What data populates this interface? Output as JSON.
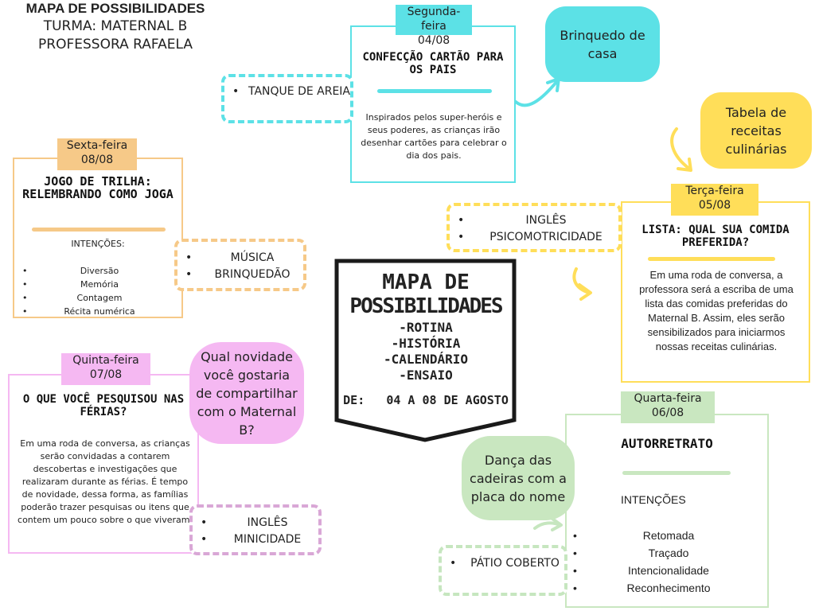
{
  "header": {
    "title": "MAPA DE POSSIBILIDADES",
    "turma": "TURMA: MATERNAL B",
    "professora": "PROFESSORA RAFAELA"
  },
  "center": {
    "title_l1": "MAPA DE",
    "title_l2": "POSSIBILIDADES",
    "items": [
      "-ROTINA",
      "-HISTÓRIA",
      "-CALENDÁRIO",
      "-ENSAIO"
    ],
    "de_label": "DE:",
    "dates": "04 A 08 DE AGOSTO"
  },
  "monday": {
    "day": "Segunda-feira",
    "date": "04/08",
    "title": "CONFECÇÃO CARTÃO PARA OS PAIS",
    "description": "Inspirados pelos super-heróis e seus poderes, as crianças irão desenhar cartões para celebrar o dia dos pais.",
    "side_items": [
      "TANQUE DE AREIA"
    ],
    "bubble": "Brinquedo de casa"
  },
  "tuesday": {
    "day": "Terça-feira",
    "date": "05/08",
    "title": "LISTA: QUAL SUA COMIDA PREFERIDA?",
    "description": "Em uma roda de conversa, a professora será a escriba de uma lista das comidas preferidas do Maternal B. Assim, eles serão sensibilizados para iniciarmos nossas receitas culinárias.",
    "side_items": [
      "INGLÊS",
      "PSICOMOTRICIDADE"
    ],
    "bubble": "Tabela de receitas culinárias"
  },
  "wednesday": {
    "day": "Quarta-feira",
    "date": "06/08",
    "title": "AUTORRETRATO",
    "intentions_label": "INTENÇÕES",
    "intentions": [
      "Retomada",
      "Traçado",
      "Intencionalidade",
      "Reconhecimento"
    ],
    "side_items": [
      "PÁTIO COBERTO"
    ],
    "bubble": "Dança das cadeiras com a placa do nome"
  },
  "thursday": {
    "day": "Quinta-feira",
    "date": "07/08",
    "title": "O QUE VOCÊ PESQUISOU NAS FÉRIAS?",
    "description": "Em uma roda de conversa, as crianças serão convidadas a contarem descobertas e investigações que realizaram durante as férias.  É tempo de novidade,  dessa forma, as famílias poderão trazer pesquisas ou itens que contem um pouco sobre o que viveram.",
    "side_items": [
      "INGLÊS",
      "MINICIDADE"
    ],
    "bubble": "Qual novidade você gostaria de compartilhar com o Maternal B?"
  },
  "friday": {
    "day": "Sexta-feira",
    "date": "08/08",
    "title": "JOGO DE TRILHA: RELEMBRANDO COMO JOGA",
    "intentions_label": "INTENÇÕES:",
    "intentions": [
      "Diversão",
      "Memória",
      "Contagem",
      "Récita numérica"
    ],
    "side_items": [
      "MÚSICA",
      "BRINQUEDÃO"
    ]
  },
  "colors": {
    "cyan": "#5ce1e6",
    "yellow": "#ffde59",
    "orange": "#f6c988",
    "pink": "#f5b8f2",
    "pink_dash": "#d9a7d6",
    "green": "#c9e7c0",
    "green_dash": "#c6e6bf"
  }
}
